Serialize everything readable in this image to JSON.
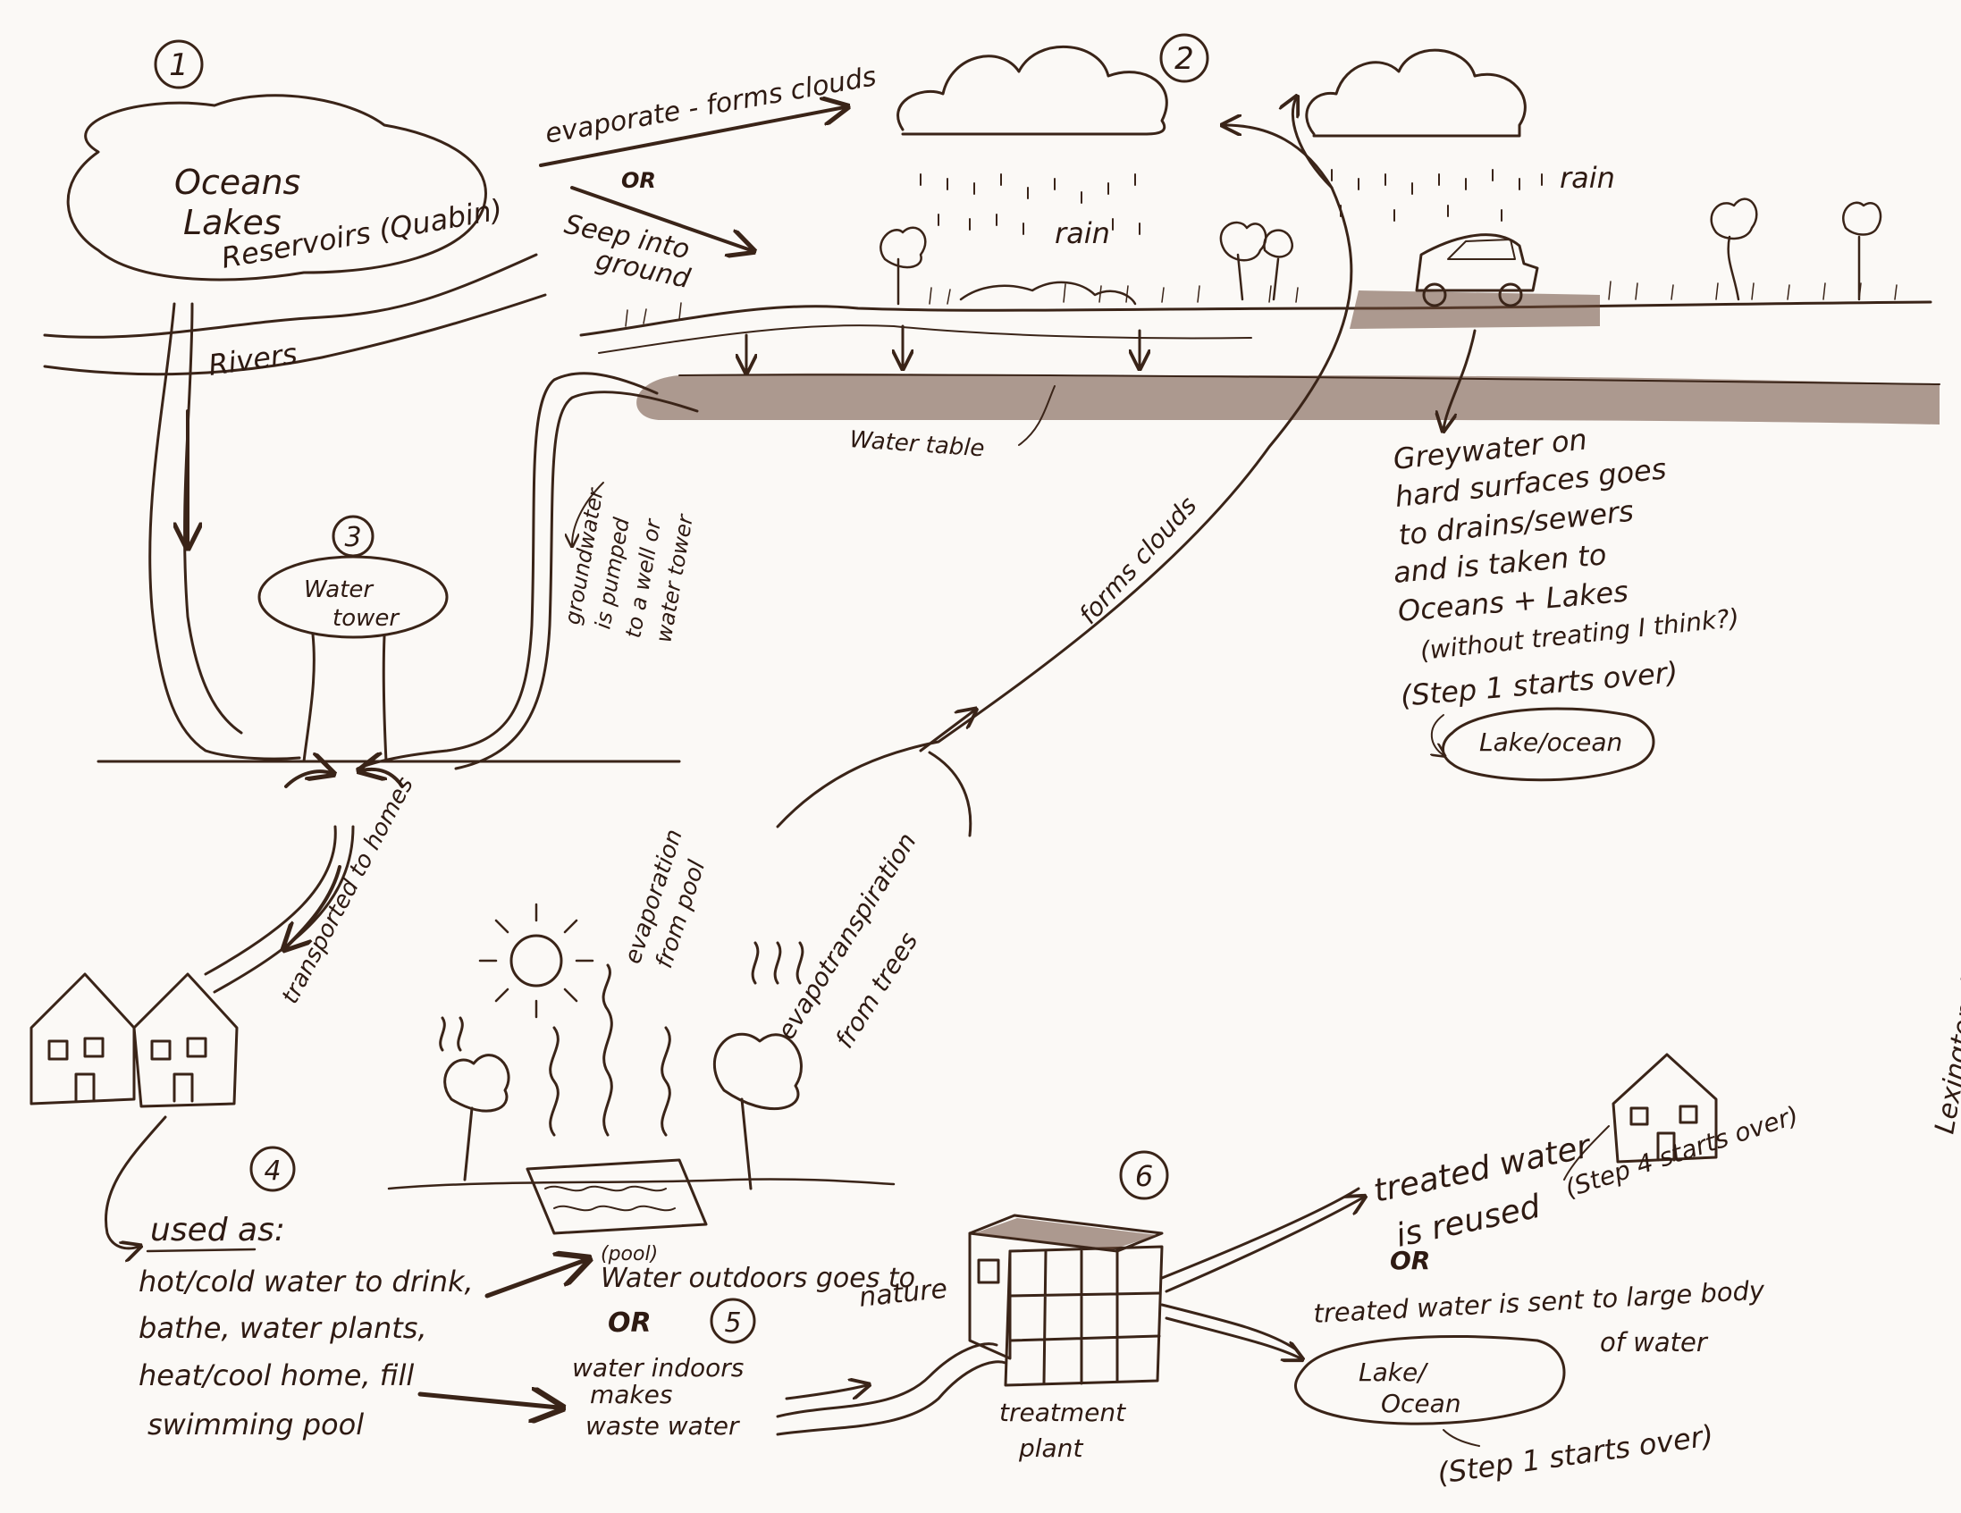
{
  "steps": {
    "one": "1",
    "two": "2",
    "three": "3",
    "four": "4",
    "five": "5",
    "six": "6"
  },
  "step1": {
    "line1": "Oceans",
    "line2": "Lakes",
    "line3": "Reservoirs (Quabin)",
    "rivers": "Rivers"
  },
  "step2": {
    "evaporate": "evaporate - forms clouds",
    "or": "OR",
    "seep1": "Seep into",
    "seep2": "ground",
    "rain_left": "rain",
    "rain_right": "rain",
    "water_table": "Water table"
  },
  "greywater": {
    "line1": "Greywater on",
    "line2": "hard surfaces goes",
    "line3": "to drains/sewers",
    "line4": "and is taken to",
    "line5": "Oceans + Lakes",
    "line6": "(without treating I think?)",
    "line7": "(Step 1 starts over)",
    "lake": "Lake/ocean"
  },
  "step3": {
    "tower1": "Water",
    "tower2": "tower",
    "ground1": "groundwater",
    "ground2": "is pumped",
    "ground3": "to a well or",
    "ground4": "water tower",
    "transported": "transported to homes"
  },
  "middle": {
    "forms_clouds": "forms clouds",
    "evap1": "evaporation",
    "evap2": "from pool",
    "evapo1": "evapotranspiration",
    "evapo2": "from trees"
  },
  "step4": {
    "used_as": "used as:",
    "line1": "hot/cold water to drink,",
    "line2": "bathe, water plants,",
    "line3": "heat/cool home, fill",
    "line4": "swimming pool"
  },
  "step5": {
    "pool": "(pool)",
    "outdoors1": "Water outdoors goes to",
    "outdoors2": "nature",
    "or": "OR",
    "indoors1": "water indoors",
    "indoors2": "makes",
    "indoors3": "waste water"
  },
  "step6": {
    "plant1": "treatment",
    "plant2": "plant",
    "treated1": "treated water",
    "treated2": "is reused",
    "restart4": "(Step 4 starts over)",
    "or": "OR",
    "sent1": "treated water is sent to large body",
    "sent2": "of water",
    "lake1": "Lake/",
    "lake2": "Ocean",
    "restart1": "(Step 1 starts over)"
  },
  "location": "Lexington, MA"
}
